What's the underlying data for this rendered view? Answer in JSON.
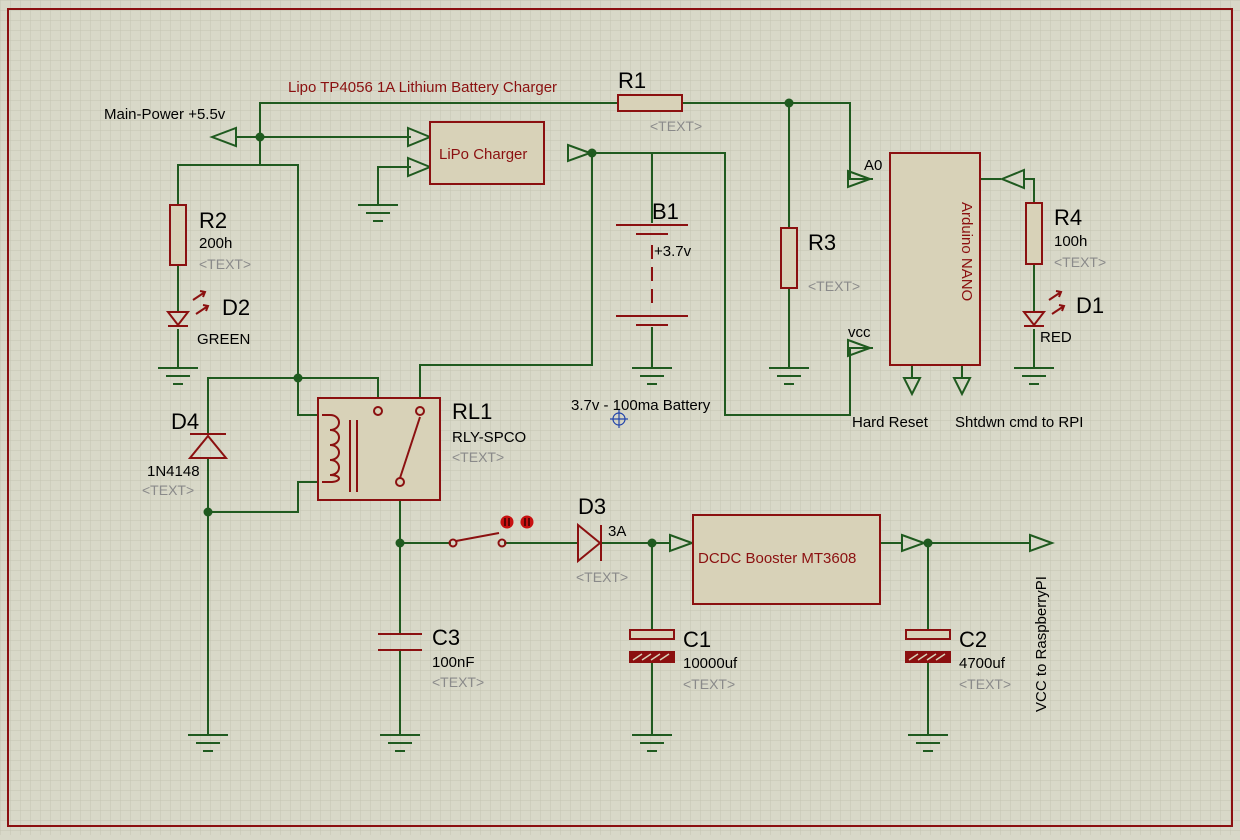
{
  "title": "Lipo TP4056 1A Lithium Battery Charger",
  "nets": {
    "main_power": "Main-Power +5.5v",
    "a0": "A0",
    "vcc": "vcc",
    "hard_reset": "Hard Reset",
    "shutdown": "Shtdwn cmd to RPI",
    "vcc_rpi": "VCC to RaspberryPI",
    "battery_note": "3.7v - 100ma Battery"
  },
  "modules": {
    "charger": "LiPo Charger",
    "arduino": "Arduino NANO",
    "booster": "DCDC Booster MT3608"
  },
  "components": {
    "r1": {
      "ref": "R1",
      "text": "<TEXT>"
    },
    "r2": {
      "ref": "R2",
      "value": "200h",
      "text": "<TEXT>"
    },
    "r3": {
      "ref": "R3",
      "text": "<TEXT>"
    },
    "r4": {
      "ref": "R4",
      "value": "100h",
      "text": "<TEXT>"
    },
    "d1": {
      "ref": "D1",
      "value": "RED"
    },
    "d2": {
      "ref": "D2",
      "value": "GREEN"
    },
    "d3": {
      "ref": "D3",
      "value": "3A",
      "text": "<TEXT>"
    },
    "d4": {
      "ref": "D4",
      "value": "1N4148",
      "text": "<TEXT>"
    },
    "b1": {
      "ref": "B1",
      "value": "+3.7v"
    },
    "rl1": {
      "ref": "RL1",
      "value": "RLY-SPCO",
      "text": "<TEXT>"
    },
    "c1": {
      "ref": "C1",
      "value": "10000uf",
      "text": "<TEXT>"
    },
    "c2": {
      "ref": "C2",
      "value": "4700uf",
      "text": "<TEXT>"
    },
    "c3": {
      "ref": "C3",
      "value": "100nF",
      "text": "<TEXT>"
    }
  },
  "colors": {
    "background": "#d8d8c8",
    "wire": "#1f5a1f",
    "component": "#8b1010"
  }
}
